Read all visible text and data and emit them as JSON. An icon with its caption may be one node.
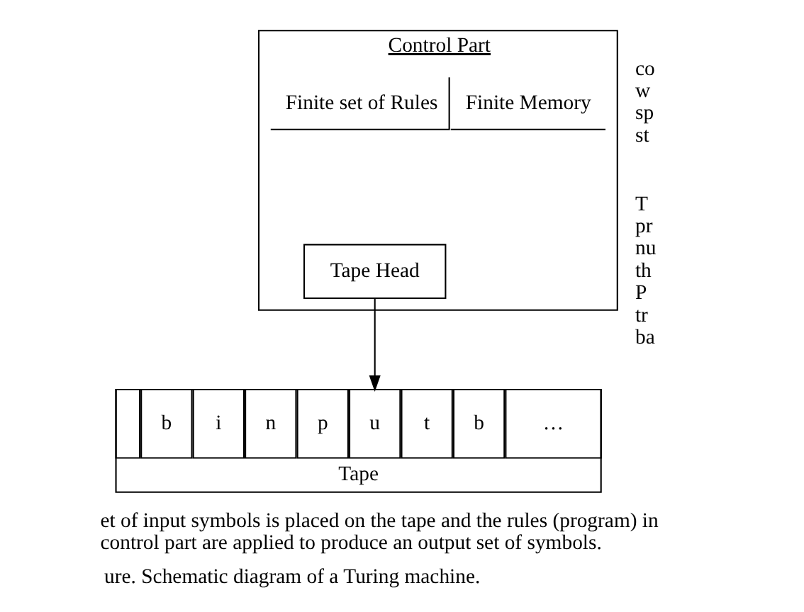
{
  "diagram": {
    "caption": "ure. Schematic diagram of a Turing machine.",
    "nodes": [
      {
        "text": [
          "Control Part"
        ]
      },
      {
        "text": [
          "Finite set of Rules"
        ],
        "in": 0
      },
      {
        "text": [
          "Finite Memory"
        ],
        "in": 0
      },
      {
        "text": [
          "Tape Head"
        ],
        "in": 0
      },
      {
        "text": [
          "Tape"
        ]
      },
      {
        "text": [],
        "shape": "box",
        "in": 4
      },
      {
        "text": [
          "b"
        ],
        "in": 4
      },
      {
        "text": [
          "i"
        ],
        "in": 4
      },
      {
        "text": [
          "n"
        ],
        "in": 4
      },
      {
        "text": [
          "p"
        ],
        "in": 4
      },
      {
        "text": [
          "u"
        ],
        "in": 4
      },
      {
        "text": [
          "t"
        ],
        "in": 4
      },
      {
        "text": [
          "b"
        ],
        "in": 4
      },
      {
        "text": [
          "…"
        ],
        "in": 4
      }
    ],
    "edges": [
      {
        "from": 3,
        "to": 10,
        "arrow": "to"
      }
    ],
    "labels": [
      "et of input symbols is placed on the tape and the rules (program) in control part are applied to produce an output set of symbols.",
      "co w sp st",
      "T pr nu th P tr ba"
    ]
  }
}
